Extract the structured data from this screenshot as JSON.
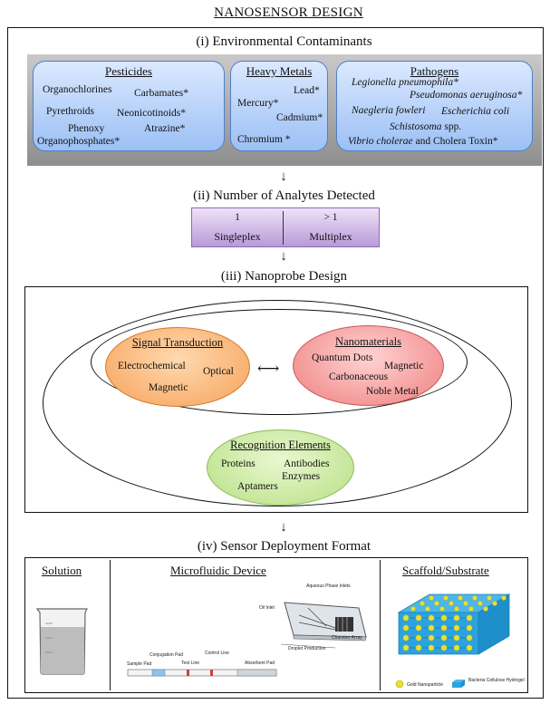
{
  "title": "NANOSENSOR DESIGN",
  "arrow_glyph": "↓",
  "section_i": {
    "heading": "(i) Environmental Contaminants",
    "pesticides": {
      "title": "Pesticides",
      "items": [
        "Organochlorines",
        "Carbamates*",
        "Pyrethroids",
        "Neonicotinoids*",
        "Phenoxy",
        "Atrazine*",
        "Organophosphates*"
      ]
    },
    "heavy_metals": {
      "title": "Heavy Metals",
      "items": [
        "Lead*",
        "Mercury*",
        "Cadmium*",
        "Chromium *"
      ]
    },
    "pathogens": {
      "title": "Pathogens",
      "items": [
        "Legionella pneumophila*",
        "Pseudomonas aeruginosa*",
        "Naegleria fowleri",
        "Escherichia coli",
        "Schistosoma",
        " spp.",
        "Vibrio cholerae",
        " and Cholera Toxin*"
      ]
    }
  },
  "section_ii": {
    "heading": "(ii) Number of Analytes Detected",
    "single_count": "1",
    "single_label": "Singleplex",
    "multi_count": "> 1",
    "multi_label": "Multiplex"
  },
  "section_iii": {
    "heading": "(iii) Nanoprobe Design",
    "double_arrow": "⟷",
    "signal": {
      "title": "Signal Transduction",
      "items": [
        "Electrochemical",
        "Optical",
        "Magnetic"
      ]
    },
    "nanomaterials": {
      "title": "Nanomaterials",
      "items": [
        "Quantum Dots",
        "Magnetic",
        "Carbonaceous",
        "Noble Metal"
      ]
    },
    "recognition": {
      "title": "Recognition Elements",
      "items": [
        "Proteins",
        "Antibodies",
        "Enzymes",
        "Aptamers"
      ]
    }
  },
  "section_iv": {
    "heading": "(iv) Sensor Deployment Format",
    "solution": "Solution",
    "microfluidic": "Microfluidic Device",
    "scaffold": "Scaffold/Substrate",
    "chip_labels": [
      "Aqueous Phase Inlets",
      "Oil Inlet",
      "Chamber Array",
      "Droplet Production"
    ],
    "strip_labels": [
      "Conjugation Pad",
      "Control Line",
      "Sample Pad",
      "Test Line",
      "Absorbent Pad"
    ],
    "legend": [
      "Gold Nanoparticle",
      "Bacteria Cellulose Hydrogel"
    ],
    "colors": {
      "strip_blue": "#8fc3ea",
      "strip_red": "#d83b3b",
      "hydrogel": "#2aa3e0",
      "gold": "#e6e03a"
    }
  }
}
